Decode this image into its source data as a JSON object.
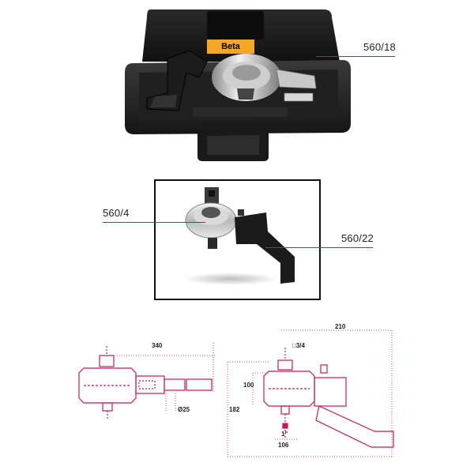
{
  "case": {
    "brand_label": "Beta",
    "product_code": "560/18"
  },
  "photo": {
    "label_left": "560/4",
    "label_right": "560/22"
  },
  "drawing_left": {
    "length": "340",
    "diameter": "Ø25"
  },
  "drawing_right": {
    "width": "210",
    "square_in": "□3/4",
    "height_a": "100",
    "height_b": "182",
    "square_out": "1\"",
    "offset": "106"
  },
  "colors": {
    "accent": "#c2185b",
    "outline": "#c2185b",
    "brand": "#f5a623"
  }
}
